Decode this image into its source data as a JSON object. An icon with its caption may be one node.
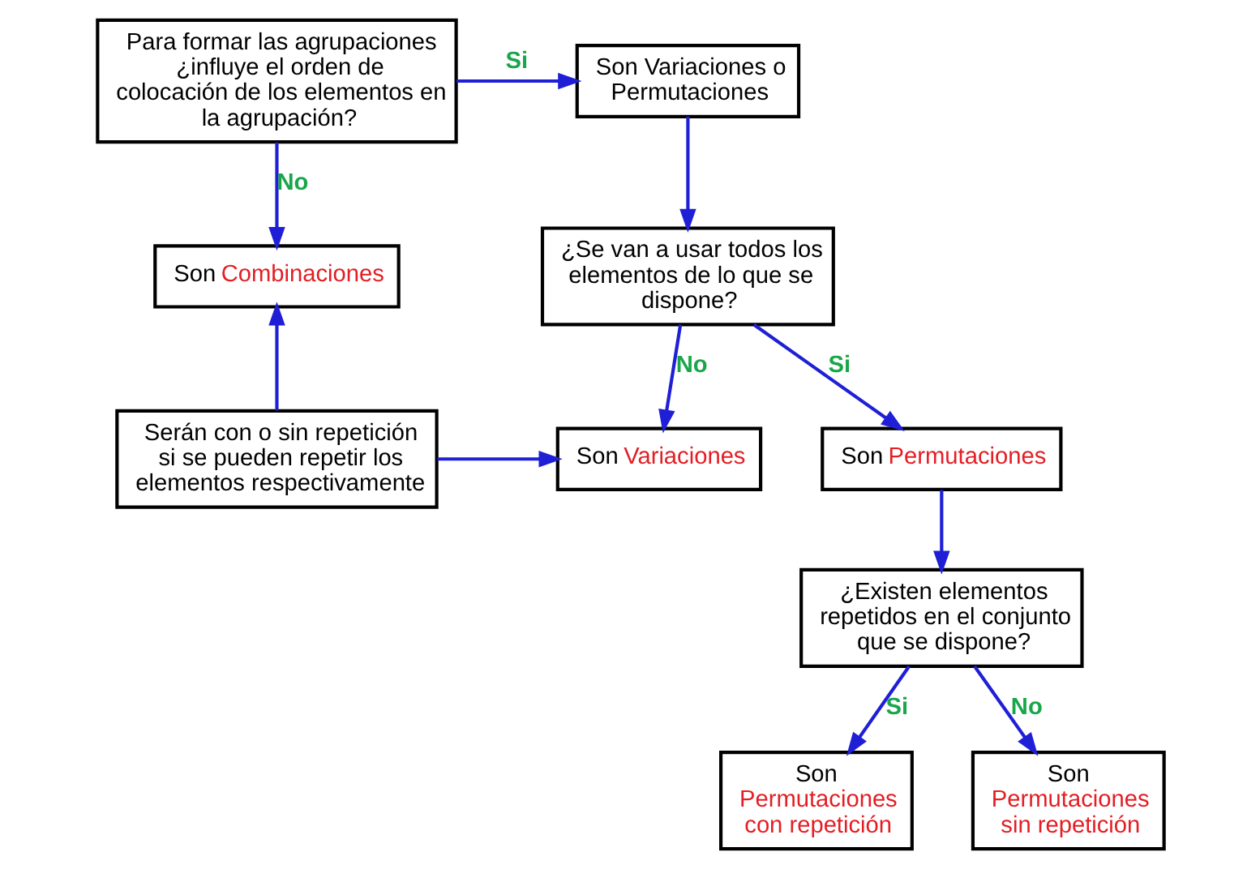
{
  "diagram": {
    "nodes": [
      {
        "text": [
          "Para formar las agrupaciones ¿influye el orden de colocación de los elementos en la agrupación?"
        ]
      },
      {
        "text": [
          "Son Variaciones o Permutaciones"
        ]
      },
      {
        "text": [
          "Son",
          "Combinaciones"
        ]
      },
      {
        "text": [
          "¿Se van a usar todos los elementos de lo que se dispone?"
        ]
      },
      {
        "text": [
          "Serán con o sin repetición si se pueden repetir los elementos respectivamente"
        ]
      },
      {
        "text": [
          "Son",
          "Variaciones"
        ]
      },
      {
        "text": [
          "Son",
          "Permutaciones"
        ]
      },
      {
        "text": [
          "¿Existen elementos repetidos en el conjunto que se dispone?"
        ]
      },
      {
        "text": [
          "Son",
          "Permutaciones con repetición"
        ]
      },
      {
        "text": [
          "Son",
          "Permutaciones sin repetición"
        ]
      }
    ],
    "edges": [
      {
        "from": 0,
        "to": 1,
        "arrow": "to",
        "label": "Si"
      },
      {
        "from": 0,
        "to": 2,
        "arrow": "to",
        "label": "No"
      },
      {
        "from": 1,
        "to": 3,
        "arrow": "to"
      },
      {
        "from": 4,
        "to": 2,
        "arrow": "to"
      },
      {
        "from": 3,
        "to": 5,
        "arrow": "to",
        "label": "No"
      },
      {
        "from": 3,
        "to": 6,
        "arrow": "to",
        "label": "Si"
      },
      {
        "from": 4,
        "to": 5,
        "arrow": "to"
      },
      {
        "from": 6,
        "to": 7,
        "arrow": "to"
      },
      {
        "from": 7,
        "to": 8,
        "arrow": "to",
        "label": "Si"
      },
      {
        "from": 7,
        "to": 9,
        "arrow": "to",
        "label": "No"
      }
    ]
  }
}
